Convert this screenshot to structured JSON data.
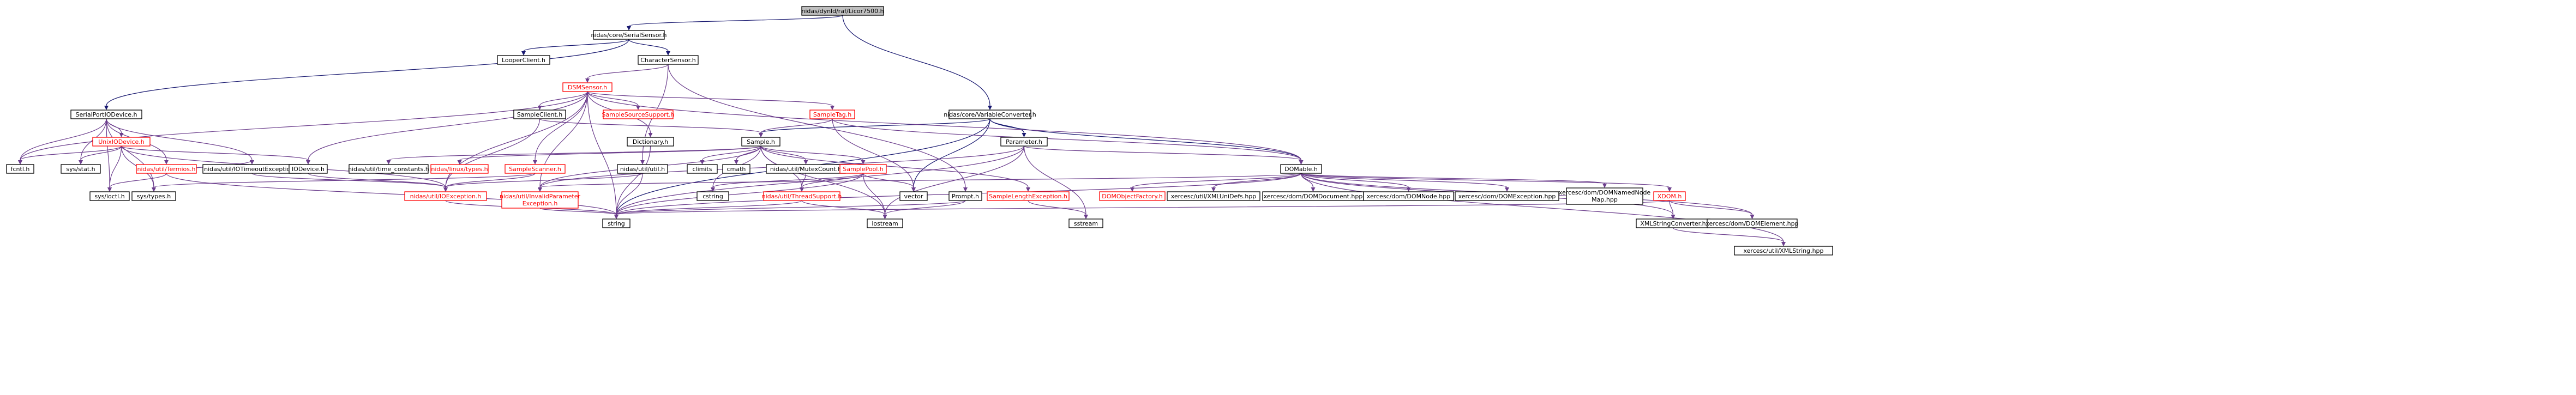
{
  "colors": {
    "root_fill": "#bfbfbf",
    "node_border": "#000000",
    "text_default": "#000000",
    "text_red": "#ff0000",
    "edge_primary": "#191970",
    "edge_secondary": "#6b3d8c"
  },
  "nodes": {
    "root": "nidas/dynld/raf/Licor7500.h",
    "serialsensor": "nidas/core/SerialSensor.h",
    "looperclient": "LooperClient.h",
    "charactersensor": "CharacterSensor.h",
    "variableconverter": "nidas/core/VariableConverter.h",
    "dsmsensor": "DSMSensor.h",
    "serialportiodevice": "SerialPortIODevice.h",
    "sampleclient": "SampleClient.h",
    "samplesourcesupport": "SampleSourceSupport.h",
    "sampletag": "SampleTag.h",
    "parameter": "Parameter.h",
    "dictionary": "Dictionary.h",
    "unixiodevice": "UnixIODevice.h",
    "sample": "Sample.h",
    "domable": "DOMable.h",
    "fcntl": "fcntl.h",
    "sysstat": "sys/stat.h",
    "termios": "nidas/util/Termios.h",
    "iotimeoutexception": "nidas/util/IOTimeoutException.h",
    "iodevice": "IODevice.h",
    "timeconstants": "nidas/util/time_constants.h",
    "linuxtypes": "nidas/linux/types.h",
    "samplescanner": "SampleScanner.h",
    "utilh": "nidas/util/util.h",
    "climits": "climits",
    "cmath": "cmath",
    "mutexcount": "nidas/util/MutexCount.h",
    "samplepool": "SamplePool.h",
    "prompt": "Prompt.h",
    "sysioctl": "sys/ioctl.h",
    "systypes": "sys/types.h",
    "ioexception": "nidas/util/IOException.h",
    "invalidparameter": "nidas/util/InvalidParameter Exception.h",
    "cstring": "cstring",
    "threadsupport": "nidas/util/ThreadSupport.h",
    "vector": "vector",
    "samplelengthexception": "SampleLengthException.h",
    "string": "string",
    "iostream": "iostream",
    "sstream": "sstream",
    "domobjectfactory": "DOMObjectFactory.h",
    "xmllinkdefs": "xercesc/util/XMLUniDefs.hpp",
    "domdocument": "xercesc/dom/DOMDocument.hpp",
    "domnode": "xercesc/dom/DOMNode.hpp",
    "domexception": "xercesc/dom/DOMException.hpp",
    "domnamednodemap": "xercesc/dom/DOMNamedNode Map.hpp",
    "xdom": "XDOM.h",
    "xmlstringconverter": "XMLStringConverter.h",
    "domelement": "xercesc/dom/DOMElement.hpp",
    "xmlstring": "xercesc/util/XMLString.hpp"
  }
}
